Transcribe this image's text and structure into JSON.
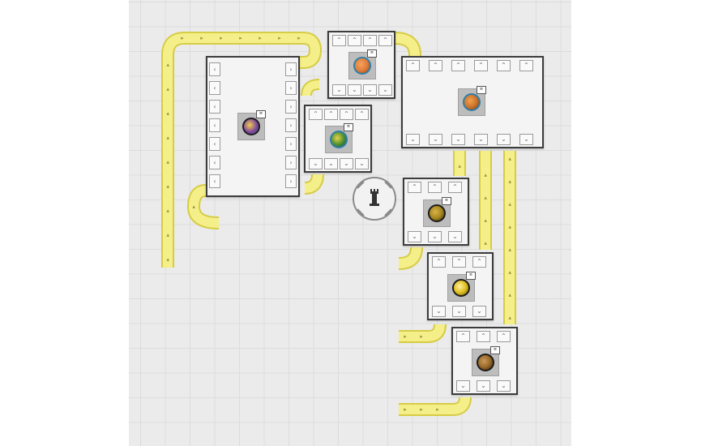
{
  "board": {
    "background": "#ebebeb",
    "grid_color": "#dcdcdc"
  },
  "belt": {
    "color": "#f5ef8a",
    "edge_color": "#d6cc45",
    "arrow_glyph": "▸"
  },
  "machines": [
    {
      "id": "left-large",
      "core_icon": "rainbow-crystal-icon",
      "core_color": "#7b3fa0"
    },
    {
      "id": "top-small",
      "core_icon": "orange-cube-icon",
      "core_color": "#e07a3a"
    },
    {
      "id": "middle-small",
      "core_icon": "green-gem-icon",
      "core_color": "#4a8f2f"
    },
    {
      "id": "right-large",
      "core_icon": "bronze-cube-icon",
      "core_color": "#c8702c"
    },
    {
      "id": "stack-1",
      "core_icon": "gold-ore-icon",
      "core_color": "#a8891e"
    },
    {
      "id": "stack-2",
      "core_icon": "gold-nugget-icon",
      "core_color": "#e0c020"
    },
    {
      "id": "stack-3",
      "core_icon": "copper-ore-icon",
      "core_color": "#9a6a2a"
    }
  ],
  "hub": {
    "icon": "tower-icon"
  }
}
